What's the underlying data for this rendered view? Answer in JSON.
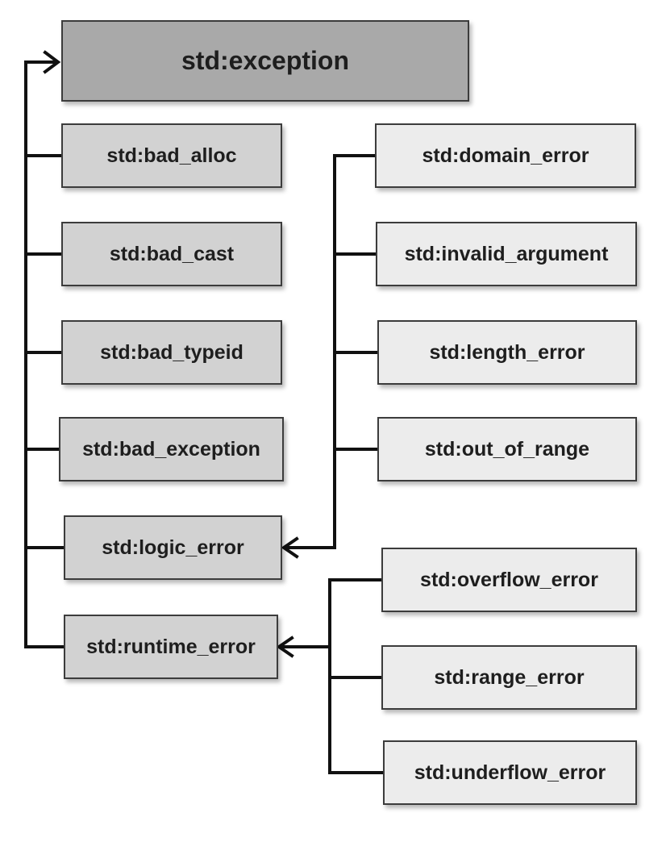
{
  "root": {
    "label": "std:exception"
  },
  "direct_children": [
    {
      "id": "bad_alloc",
      "label": "std:bad_alloc"
    },
    {
      "id": "bad_cast",
      "label": "std:bad_cast"
    },
    {
      "id": "bad_typeid",
      "label": "std:bad_typeid"
    },
    {
      "id": "bad_exception",
      "label": "std:bad_exception"
    },
    {
      "id": "logic_error",
      "label": "std:logic_error"
    },
    {
      "id": "runtime_error",
      "label": "std:runtime_error"
    }
  ],
  "logic_error_children": [
    {
      "id": "domain_error",
      "label": "std:domain_error"
    },
    {
      "id": "invalid_argument",
      "label": "std:invalid_argument"
    },
    {
      "id": "length_error",
      "label": "std:length_error"
    },
    {
      "id": "out_of_range",
      "label": "std:out_of_range"
    }
  ],
  "runtime_error_children": [
    {
      "id": "overflow_error",
      "label": "std:overflow_error"
    },
    {
      "id": "range_error",
      "label": "std:range_error"
    },
    {
      "id": "underflow_error",
      "label": "std:underflow_error"
    }
  ],
  "colors": {
    "root_fill": "#a9a9a9",
    "mid_fill": "#d2d2d2",
    "leaf_fill": "#ececec",
    "border": "#3c3c3c",
    "connector": "#111111"
  }
}
